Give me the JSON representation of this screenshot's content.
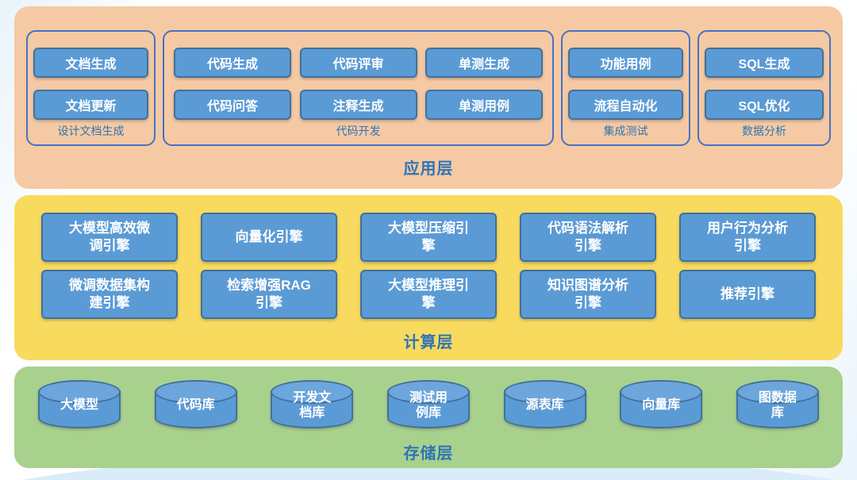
{
  "app": {
    "label": "应用层",
    "groups": [
      {
        "label": "设计文档生成",
        "items": [
          "文档生成",
          "文档更新"
        ]
      },
      {
        "label": "代码开发",
        "items": [
          "代码生成",
          "代码评审",
          "单测生成",
          "代码问答",
          "注释生成",
          "单测用例"
        ]
      },
      {
        "label": "集成测试",
        "items": [
          "功能用例",
          "流程自动化"
        ]
      },
      {
        "label": "数据分析",
        "items": [
          "SQL生成",
          "SQL优化"
        ]
      }
    ]
  },
  "compute": {
    "label": "计算层",
    "row1": [
      "大模型高效微\n调引擎",
      "向量化引擎",
      "大模型压缩引\n擎",
      "代码语法解析\n引擎",
      "用户行为分析\n引擎"
    ],
    "row2": [
      "微调数据集构\n建引擎",
      "检索增强RAG\n引擎",
      "大模型推理引\n擎",
      "知识图谱分析\n引擎",
      "推荐引擎"
    ]
  },
  "storage": {
    "label": "存储层",
    "items": [
      "大模型",
      "代码库",
      "开发文\n档库",
      "测试用\n例库",
      "源表库",
      "向量库",
      "图数据\n库"
    ]
  },
  "colors": {
    "app_layer_bg": "#F5C9A3",
    "compute_layer_bg": "#F8DA5F",
    "storage_layer_bg": "#A9D18E",
    "box_fill": "#5B9BD5",
    "box_border": "#41719C",
    "group_border": "#4472C4",
    "label_blue": "#2E74B5",
    "box_text": "#FFFFFF"
  }
}
